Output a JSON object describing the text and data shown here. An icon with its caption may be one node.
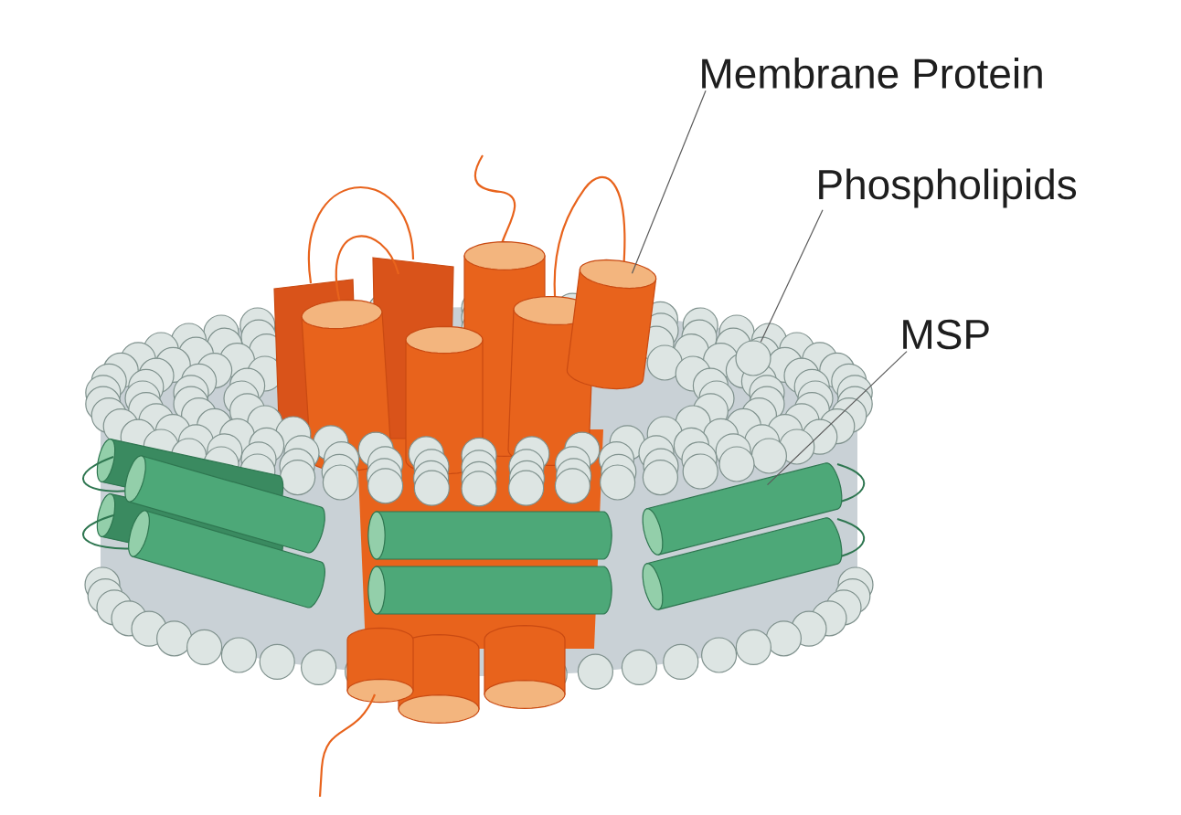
{
  "diagram": {
    "nodes": [
      {
        "text": [
          "Membrane Protein"
        ]
      },
      {
        "text": [
          "Phospholipids"
        ]
      },
      {
        "text": [
          "MSP"
        ]
      },
      {
        "text": [],
        "shape": "cylinder"
      },
      {
        "text": [],
        "shape": "circle"
      },
      {
        "text": [],
        "shape": "cylinder"
      }
    ],
    "edges": [
      {
        "from": 0,
        "to": 3,
        "arrow": "none"
      },
      {
        "from": 1,
        "to": 4,
        "arrow": "none"
      },
      {
        "from": 2,
        "to": 5,
        "arrow": "none"
      }
    ]
  }
}
